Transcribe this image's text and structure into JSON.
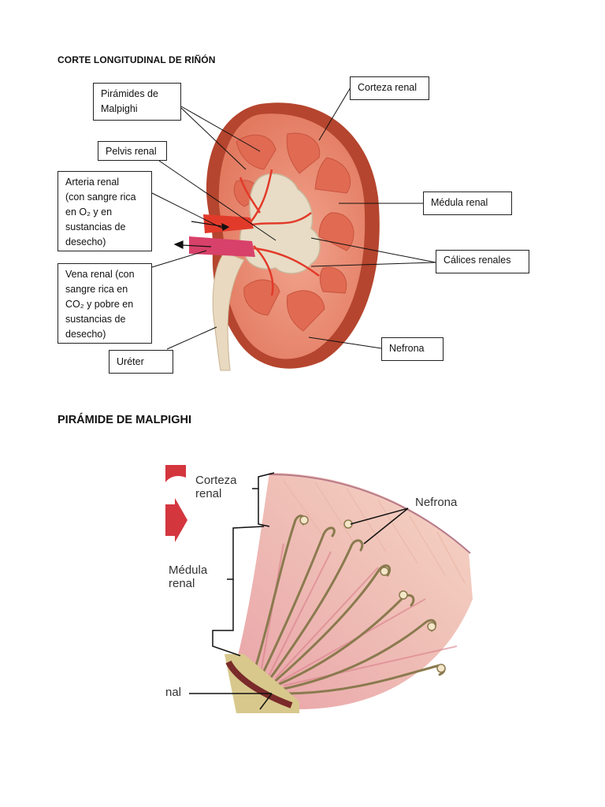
{
  "section1": {
    "title": "CORTE LONGITUDINAL DE RIÑÓN",
    "labels": {
      "piramides": [
        "Pirámides de",
        "Malpighi"
      ],
      "pelvis": [
        "Pelvis renal"
      ],
      "arteria": [
        "Arteria renal",
        "(con sangre rica",
        "en O₂ y en",
        "sustancias de",
        "desecho)"
      ],
      "vena": [
        "Vena renal (con",
        "sangre rica en",
        "CO₂ y pobre en",
        "sustancias de",
        "desecho)"
      ],
      "ureter": [
        "Uréter"
      ],
      "corteza": [
        "Corteza renal"
      ],
      "medula": [
        "Médula renal"
      ],
      "calices": [
        "Cálices renales"
      ],
      "nefrona": [
        "Nefrona"
      ]
    }
  },
  "section2": {
    "title": "PIRÁMIDE DE MALPIGHI",
    "labels": {
      "corteza": [
        "Corteza",
        "renal"
      ],
      "medula": [
        "Médula",
        "renal"
      ],
      "nefrona": [
        "Nefrona"
      ],
      "pelvis_fragment": [
        "nal"
      ]
    }
  },
  "colors": {
    "capsule": "#b5452e",
    "cortex": "#e8836a",
    "pyramid": "#e06a52",
    "pelvis": "#e8dcc6",
    "vessel": "#e23a2a",
    "vein": "#d8416a"
  }
}
